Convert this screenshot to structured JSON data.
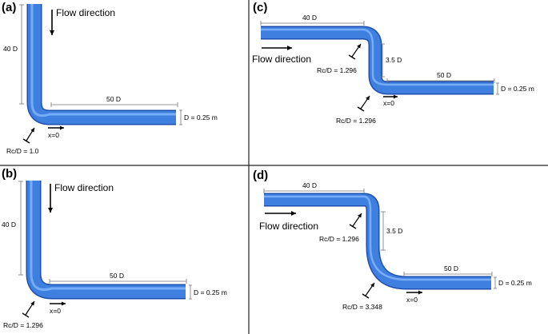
{
  "panels": [
    {
      "label": "(a)",
      "flow_label": "Flow direction",
      "vertical_length": "40 D",
      "horizontal_length": "50 D",
      "diameter": "D = 0.25 m",
      "origin": "x=0",
      "bends": [
        "Rc/D = 1.0"
      ]
    },
    {
      "label": "(b)",
      "flow_label": "Flow direction",
      "vertical_length": "40 D",
      "horizontal_length": "50 D",
      "diameter": "D = 0.25 m",
      "origin": "x=0",
      "bends": [
        "Rc/D = 1.296"
      ]
    },
    {
      "label": "(c)",
      "flow_label": "Flow direction",
      "inlet_length": "40 D",
      "offset_length": "3.5 D",
      "outlet_length": "50 D",
      "diameter": "D = 0.25 m",
      "origin": "x=0",
      "bends": [
        "Rc/D = 1.296",
        "Rc/D = 1.296"
      ]
    },
    {
      "label": "(d)",
      "flow_label": "Flow direction",
      "inlet_length": "40 D",
      "offset_length": "3.5 D",
      "outlet_length": "50 D",
      "diameter": "D = 0.25 m",
      "origin": "x=0",
      "bends": [
        "Rc/D = 1.296",
        "Rc/D = 3.348"
      ]
    }
  ],
  "colors": {
    "pipe_main": "#3f7fe0",
    "pipe_edge": "#1f4fae",
    "pipe_highlight": "#8fc0ff",
    "divider": "#222222"
  }
}
